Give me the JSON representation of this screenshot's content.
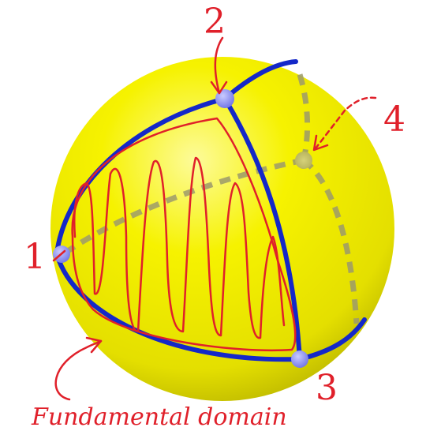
{
  "figure": {
    "vertex_labels": [
      "1",
      "2",
      "3",
      "4"
    ],
    "caption": "Fundamental domain",
    "colors": {
      "sphere": "#f4f000",
      "sphere_shadow": "#b8b400",
      "edges_front": "#1428c8",
      "edges_hidden": "#9a9a70",
      "vertex": "#8c8ff0",
      "annotation": "#e0202a"
    }
  }
}
